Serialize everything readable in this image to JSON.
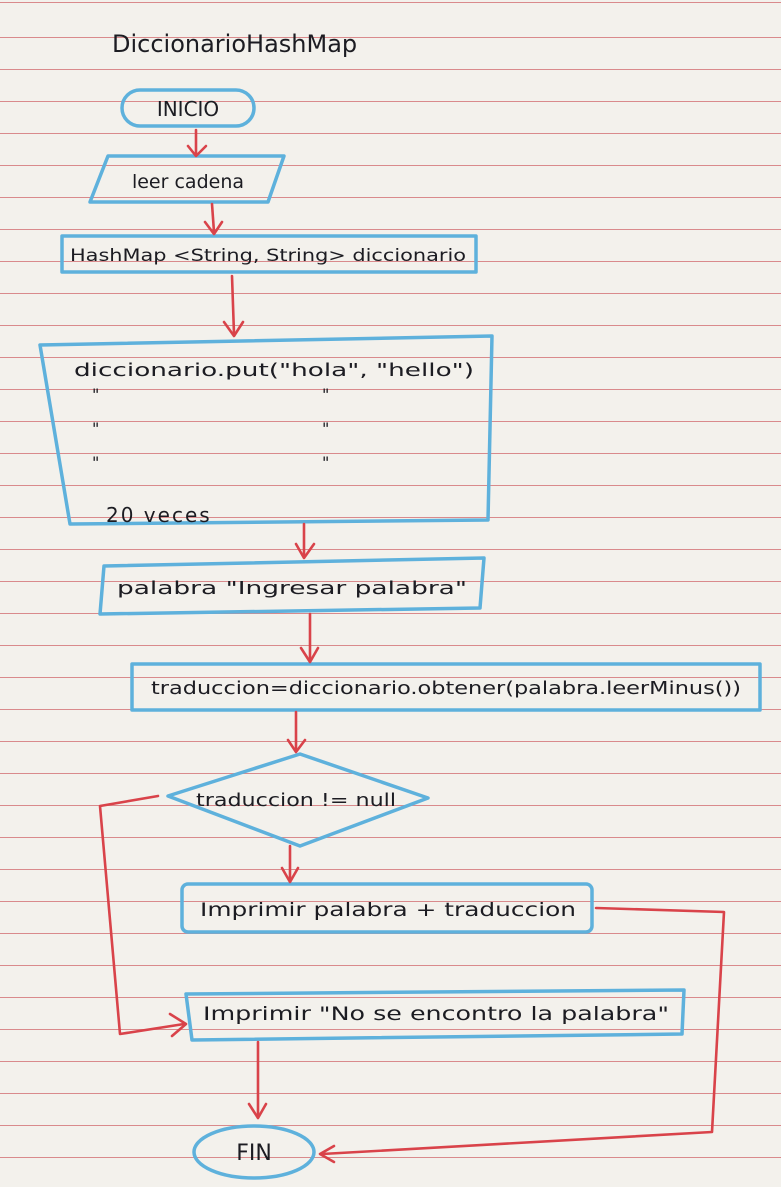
{
  "title": "DiccionarioHashMap",
  "nodes": {
    "inicio": "INICIO",
    "leer_cadena": "leer cadena",
    "hashmap_decl": "HashMap <String, String> diccionario",
    "put_line": "diccionario.put(\"hola\", \"hello\")",
    "ditto_marks": [
      "\"",
      "\"",
      "\""
    ],
    "repeat_note": "20 veces",
    "palabra_input": "palabra \"Ingresar palabra\"",
    "traduccion_get": "traduccion=diccionario.obtener(palabra.leerMinus())",
    "condition": "traduccion != null",
    "print_found": "Imprimir palabra + traduccion",
    "print_not_found": "Imprimir \"No se encontro la palabra\"",
    "fin": "FIN"
  },
  "colors": {
    "shape_outline": "#5eb1dc",
    "arrow": "#d9434a",
    "ink": "#1c1c22",
    "paper": "#f3f1ec",
    "rule_line": "#d98a8c"
  }
}
